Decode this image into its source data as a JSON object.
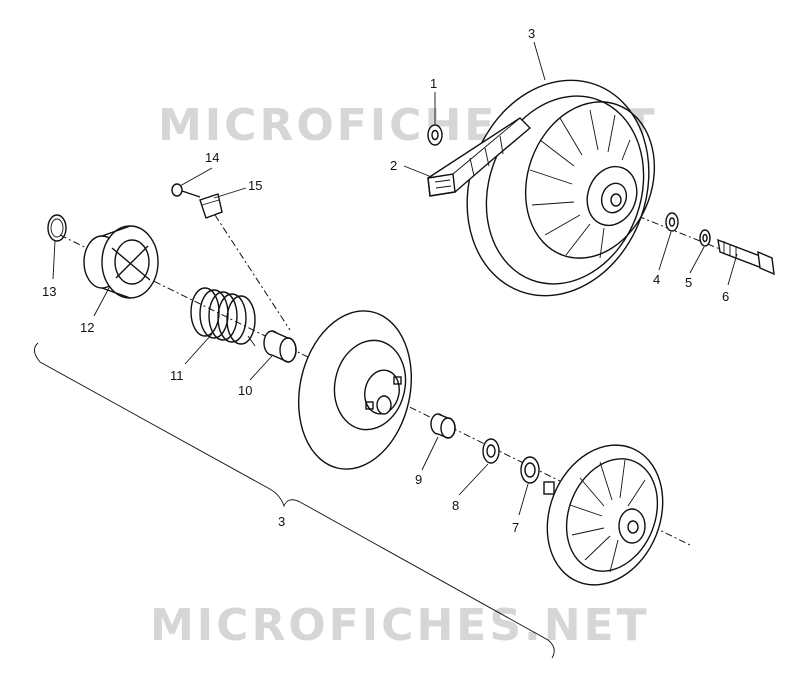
{
  "watermarks": [
    "MICROFICHES.NET",
    "MICROFICHES.NET"
  ],
  "callouts": [
    "1",
    "2",
    "3",
    "4",
    "5",
    "6",
    "7",
    "8",
    "9",
    "10",
    "11",
    "12",
    "13",
    "14",
    "15",
    "3"
  ]
}
